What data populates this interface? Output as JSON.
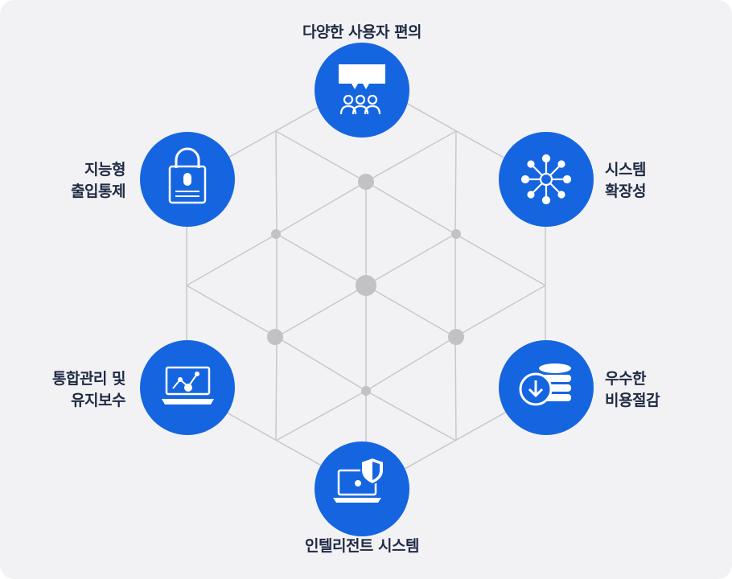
{
  "accent_color": "#1565e0",
  "nodes": [
    {
      "id": "top",
      "icon": "chat-people-icon",
      "lines": [
        "다양한 사용자 편의"
      ]
    },
    {
      "id": "upper-left",
      "icon": "padlock-icon",
      "lines": [
        "지능형",
        "출입통제"
      ]
    },
    {
      "id": "upper-right",
      "icon": "network-hub-icon",
      "lines": [
        "시스템",
        "확장성"
      ]
    },
    {
      "id": "lower-left",
      "icon": "laptop-chart-icon",
      "lines": [
        "통합관리 및",
        "유지보수"
      ]
    },
    {
      "id": "lower-right",
      "icon": "database-download-icon",
      "lines": [
        "우수한",
        "비용절감"
      ]
    },
    {
      "id": "bottom",
      "icon": "laptop-shield-icon",
      "lines": [
        "인텔리전트 시스템"
      ]
    }
  ]
}
